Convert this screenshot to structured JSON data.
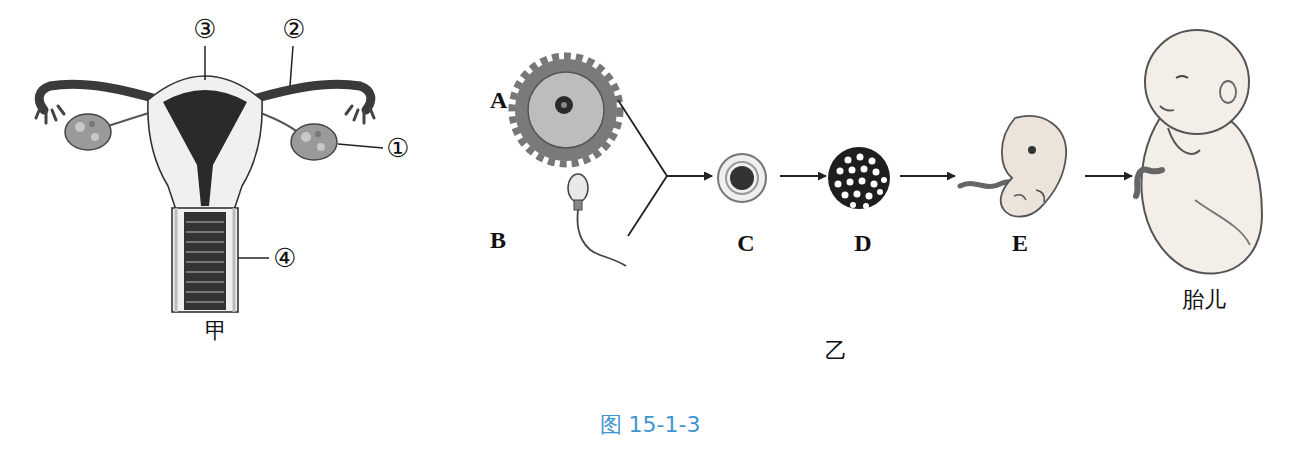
{
  "diagram": {
    "caption": "图 15-1-3",
    "nodes": [
      {
        "text": [
          "A"
        ]
      },
      {
        "text": [
          "B"
        ]
      },
      {
        "text": [
          "C"
        ]
      },
      {
        "text": [
          "D"
        ]
      },
      {
        "text": [
          "E"
        ]
      },
      {
        "text": [
          "胎儿"
        ]
      }
    ],
    "edges": [
      {
        "from": 0,
        "to": 2,
        "arrow": "to"
      },
      {
        "from": 1,
        "to": 2,
        "arrow": "to"
      },
      {
        "from": 2,
        "to": 3,
        "arrow": "to"
      },
      {
        "from": 3,
        "to": 4,
        "arrow": "to"
      },
      {
        "from": 4,
        "to": 5,
        "arrow": "to"
      }
    ],
    "labels": [
      "③",
      "②",
      "①",
      "④",
      "甲",
      "乙"
    ]
  }
}
